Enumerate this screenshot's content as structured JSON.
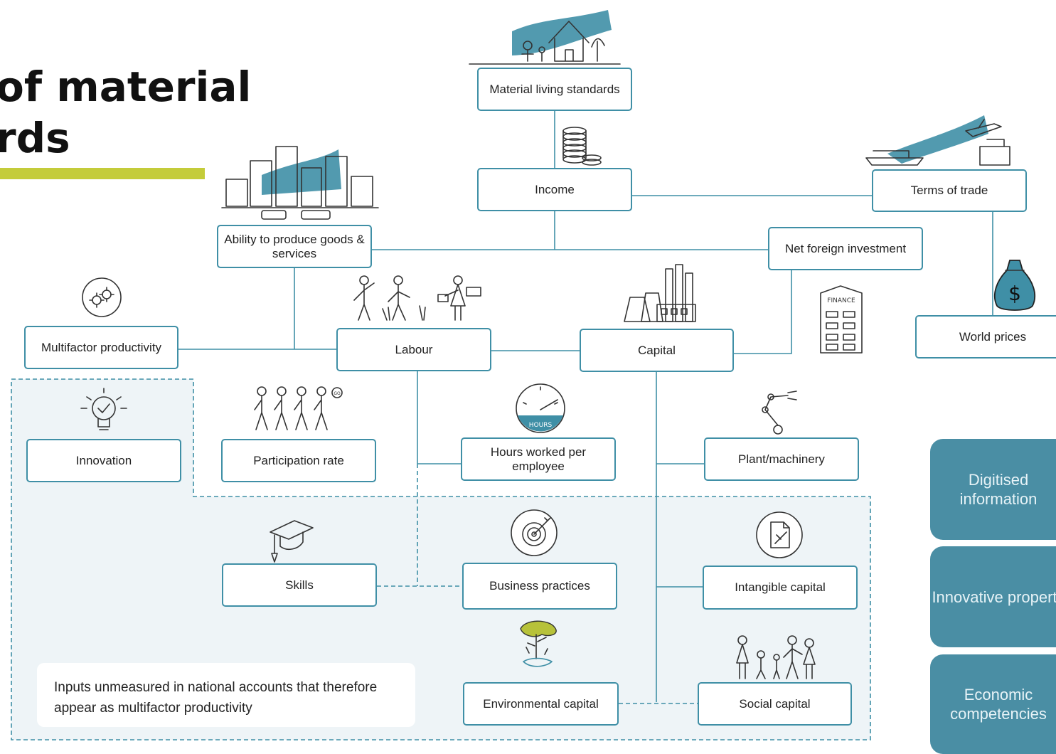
{
  "title": {
    "line1": "of material",
    "line2": "rds"
  },
  "nodes": {
    "material_living_standards": "Material living standards",
    "income": "Income",
    "terms_of_trade": "Terms of trade",
    "ability_to_produce": "Ability to produce goods & services",
    "net_foreign_investment": "Net foreign investment",
    "multifactor_productivity": "Multifactor productivity",
    "labour": "Labour",
    "capital": "Capital",
    "world_prices": "World prices",
    "innovation": "Innovation",
    "participation_rate": "Participation rate",
    "hours_worked": "Hours worked per employee",
    "plant_machinery": "Plant/machinery",
    "skills": "Skills",
    "business_practices": "Business practices",
    "intangible_capital": "Intangible capital",
    "environmental_capital": "Environmental capital",
    "social_capital": "Social capital"
  },
  "icon_text": {
    "finance": "FINANCE",
    "hours": "HOURS",
    "go": "GO",
    "dollar": "$"
  },
  "note": "Inputs unmeasured in national accounts that therefore appear as multifactor productivity",
  "side_cards": [
    "Digitised information",
    "Innovative property",
    "Economic competencies"
  ],
  "icons": [
    "house-family-icon",
    "coins-icon",
    "trade-ship-plane-icon",
    "city-icon",
    "gears-head-icon",
    "workers-icon",
    "factory-icon",
    "finance-building-icon",
    "money-bag-icon",
    "lightbulb-icon",
    "people-go-icon",
    "hours-gauge-icon",
    "robot-arm-icon",
    "graduation-cap-icon",
    "target-icon",
    "patent-icon",
    "tree-icon",
    "family-icon"
  ],
  "colors": {
    "accent": "#c4cc3a",
    "box_border": "#3f8fa6",
    "shaded_region": "#eef4f7",
    "side_card": "#4a8ea4"
  }
}
